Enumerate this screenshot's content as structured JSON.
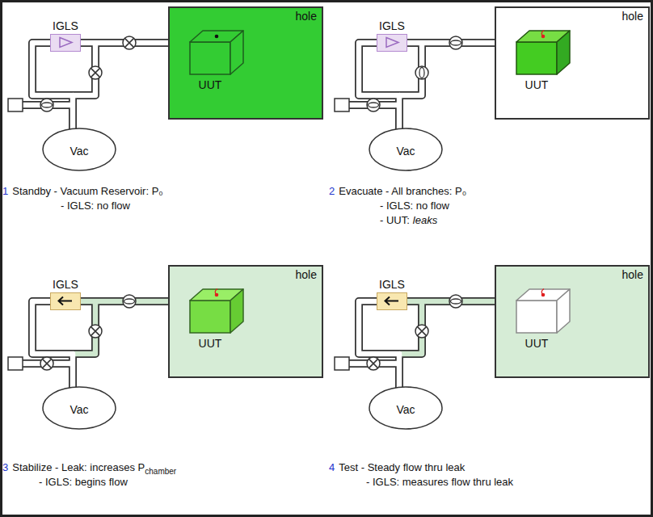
{
  "diagram": {
    "nodes": [
      {
        "text": [
          "IGLS"
        ]
      },
      {
        "text": [
          "hole"
        ]
      },
      {
        "text": [
          "UUT"
        ],
        "in": 1
      },
      {
        "text": [
          "Vac"
        ]
      },
      {
        "text": [
          "IGLS"
        ]
      },
      {
        "text": [
          "hole"
        ]
      },
      {
        "text": [
          "UUT"
        ],
        "in": 5
      },
      {
        "text": [
          "Vac"
        ]
      },
      {
        "text": [
          "IGLS"
        ]
      },
      {
        "text": [
          "hole"
        ]
      },
      {
        "text": [
          "UUT"
        ],
        "in": 9
      },
      {
        "text": [
          "Vac"
        ]
      },
      {
        "text": [
          "IGLS"
        ]
      },
      {
        "text": [
          "hole"
        ]
      },
      {
        "text": [
          "UUT"
        ],
        "in": 13
      },
      {
        "text": [
          "Vac"
        ]
      }
    ],
    "edges": [
      {
        "from": 0,
        "to": 1,
        "arrow": "none"
      },
      {
        "from": 3,
        "to": 0,
        "arrow": "none"
      },
      {
        "from": 4,
        "to": 5,
        "arrow": "none"
      },
      {
        "from": 7,
        "to": 4,
        "arrow": "none"
      },
      {
        "from": 8,
        "to": 9,
        "arrow": "none"
      },
      {
        "from": 11,
        "to": 8,
        "arrow": "none"
      },
      {
        "from": 12,
        "to": 13,
        "arrow": "none"
      },
      {
        "from": 15,
        "to": 12,
        "arrow": "none"
      }
    ],
    "labels": [
      "1",
      "Standby - Vacuum Reservoir: P₀",
      "- IGLS: no flow",
      "2",
      "Evacuate - All branches: P₀",
      "- IGLS: no flow",
      "- UUT:",
      "leaks",
      "3",
      "Stabilize - Leak: increases P",
      "chamber",
      "- IGLS: begins flow",
      "4",
      "Test - Steady flow thru leak",
      "- IGLS: measures flow thru leak"
    ]
  }
}
